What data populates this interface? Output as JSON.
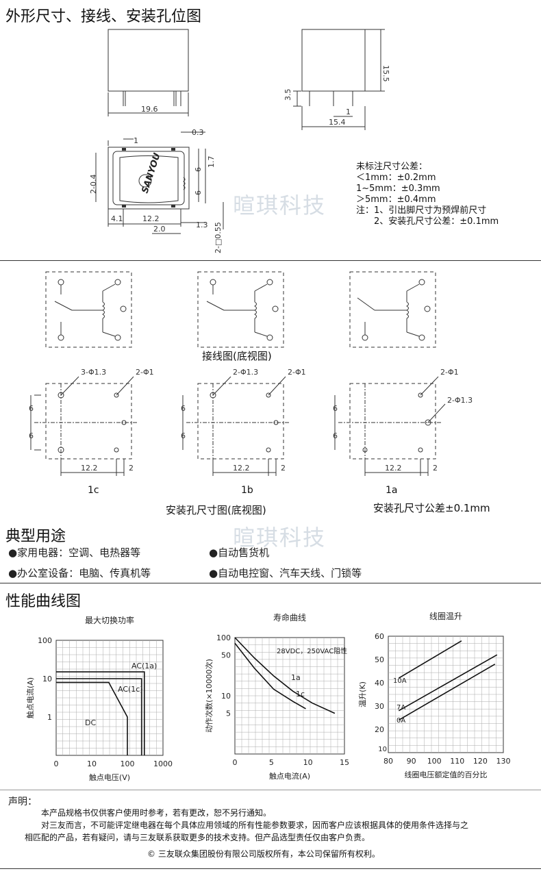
{
  "section1": {
    "title": "外形尺寸、接线、安装孔位图",
    "dims": {
      "width_front": "19.6",
      "height_side": "15.5",
      "pin_len": "3.5",
      "side_width": "15.4",
      "side_pin_gap": "1",
      "top_1": "1",
      "top_03": "0.3",
      "left_04": "2-0.4",
      "right_6a": "6",
      "right_6b": "6",
      "right_17": "1.7",
      "bottom_41": "4.1",
      "bottom_122": "12.2",
      "bottom_13": "1.3",
      "bottom_20": "2.0",
      "bottom_055": "2-□0.55"
    },
    "brand": "SANYOU",
    "tolerance": [
      "未标注尺寸公差：",
      "＜1mm：±0.2mm",
      "1~5mm：±0.3mm",
      "＞5mm：±0.4mm",
      "注：1、引出脚尺寸为预焊前尺寸",
      "　　2、安装孔尺寸公差：±0.1mm"
    ]
  },
  "section2": {
    "wiring_caption": "接线图(底视图)",
    "holes": {
      "c_label1": "3-Φ1.3",
      "c_label2": "2-Φ1",
      "b_label1": "2-Φ1.3",
      "b_label2": "2-Φ1",
      "a_label1": "2-Φ1",
      "a_label2": "2-Φ1.3",
      "dim6": "6",
      "dim122": "12.2",
      "dim2": "2"
    },
    "variants": [
      "1c",
      "1b",
      "1a"
    ],
    "mount_caption": "安装孔尺寸图(底视图)",
    "mount_tol": "安装孔尺寸公差±0.1mm"
  },
  "section3": {
    "title": "典型用途",
    "items": [
      "●家用电器：空调、电热器等",
      "●自动售货机",
      "●办公室设备：电脑、传真机等",
      "●自动电控窗、汽车天线、门锁等"
    ]
  },
  "section4": {
    "title": "性能曲线图"
  },
  "chart_data": [
    {
      "type": "line",
      "title": "最大切换功率",
      "xlabel": "触点电压(V)",
      "ylabel": "触点电流(A)",
      "xscale": "log",
      "yscale": "log",
      "xlim": [
        1,
        1000
      ],
      "ylim": [
        0.1,
        100
      ],
      "xticks": [
        "0",
        "10",
        "100",
        "1000"
      ],
      "yticks": [
        "100",
        "10",
        "1"
      ],
      "series": [
        {
          "name": "AC(1a)",
          "x": [
            1,
            300,
            300
          ],
          "y": [
            15,
            15,
            0.1
          ]
        },
        {
          "name": "AC(1c)",
          "x": [
            1,
            250,
            250
          ],
          "y": [
            10,
            10,
            0.1
          ]
        },
        {
          "name": "DC",
          "x": [
            1,
            30,
            100,
            100
          ],
          "y": [
            8,
            8,
            1,
            0.1
          ]
        }
      ]
    },
    {
      "type": "line",
      "title": "寿命曲线",
      "xlabel": "触点电流(A)",
      "ylabel": "动作次数(×10000次)",
      "annotation": "28VDC，250VAC阻性",
      "xlim": [
        0,
        17
      ],
      "ylim": [
        1,
        100
      ],
      "yscale": "log",
      "xticks": [
        "0",
        "5",
        "10",
        "15"
      ],
      "yticks": [
        "100",
        "50",
        "10",
        "5"
      ],
      "series": [
        {
          "name": "1a",
          "x": [
            0,
            3,
            6,
            9,
            12,
            15.5
          ],
          "y": [
            100,
            45,
            22,
            12,
            7.5,
            5
          ]
        },
        {
          "name": "1c",
          "x": [
            0,
            3,
            6,
            9,
            11
          ],
          "y": [
            80,
            30,
            13,
            8,
            6
          ]
        }
      ]
    },
    {
      "type": "line",
      "title": "线圈温升",
      "xlabel": "线圈电压额定值的百分比",
      "ylabel": "温升(K)",
      "xlim": [
        75,
        130
      ],
      "ylim": [
        10,
        60
      ],
      "xticks": [
        "80",
        "90",
        "100",
        "110",
        "120",
        "130"
      ],
      "yticks": [
        "60",
        "50",
        "40",
        "30",
        "20"
      ],
      "bottom_label": "10",
      "series": [
        {
          "name": "10A",
          "x": [
            80,
            110
          ],
          "y": [
            42,
            58
          ]
        },
        {
          "name": "7A",
          "x": [
            80,
            127
          ],
          "y": [
            28,
            52
          ]
        },
        {
          "name": "0A",
          "x": [
            80,
            126
          ],
          "y": [
            24,
            48
          ]
        }
      ]
    }
  ],
  "declaration": {
    "title": "声明：",
    "lines": [
      "本产品规格书仅供客户使用时参考，若有更改，恕不另行通知。",
      "对三友而言，不可能评定继电器在每个具体应用领域的所有性能参数要求，因而客户应该根据具体的使用条件选择与之",
      "相匹配的产品，若有疑问，请与三友联系获取更多的技术支持。但产品选型责任仅由客户负责。",
      "© 三友联众集团股份有限公司版权所有，本公司保留所有权利。"
    ]
  },
  "watermark": "暄琪科技"
}
